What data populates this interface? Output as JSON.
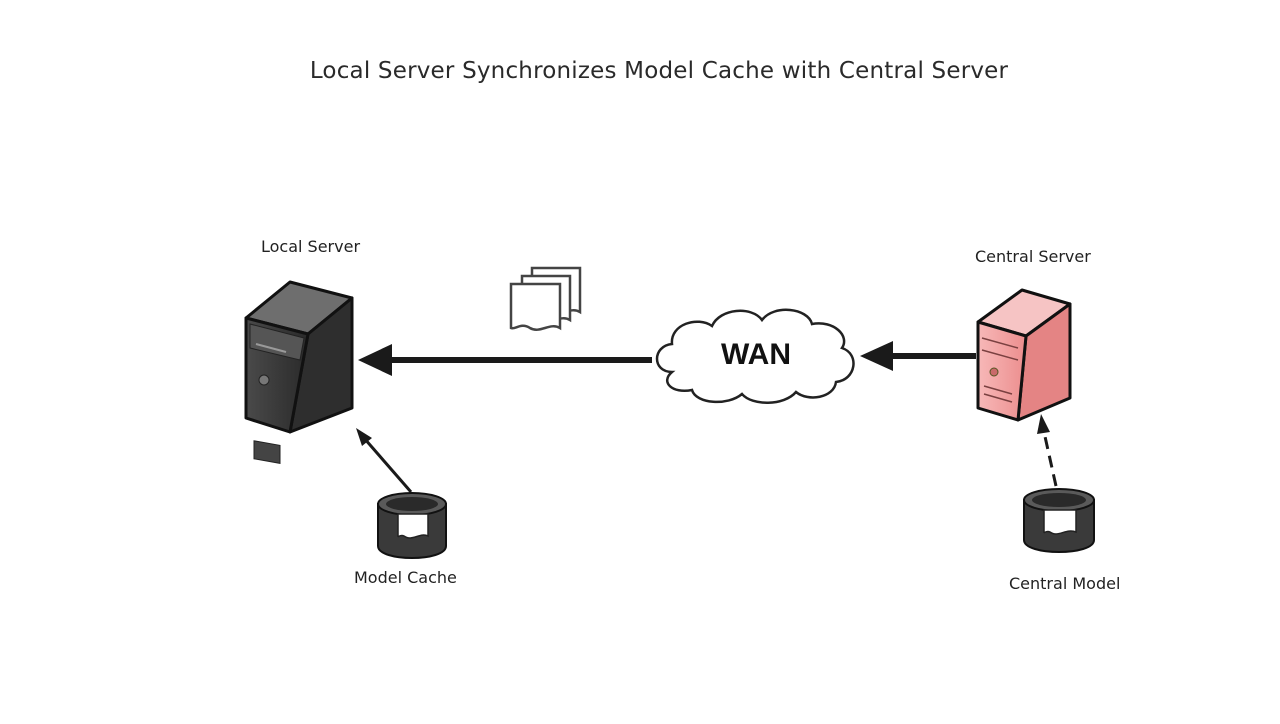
{
  "title": "Local Server Synchronizes Model Cache with Central Server",
  "nodes": {
    "local_server": {
      "label": "Local Server",
      "color": "#3a3a3a"
    },
    "central_server": {
      "label": "Central Server",
      "color": "#f4a6a6"
    },
    "model_cache": {
      "label": "Model Cache"
    },
    "central_model": {
      "label": "Central Model"
    },
    "wan": {
      "label": "WAN"
    }
  },
  "edges": [
    {
      "from": "central_server",
      "to": "wan",
      "style": "solid"
    },
    {
      "from": "wan",
      "to": "local_server",
      "style": "solid"
    },
    {
      "from": "model_cache",
      "to": "local_server",
      "style": "solid"
    },
    {
      "from": "central_model",
      "to": "central_server",
      "style": "dashed"
    }
  ]
}
